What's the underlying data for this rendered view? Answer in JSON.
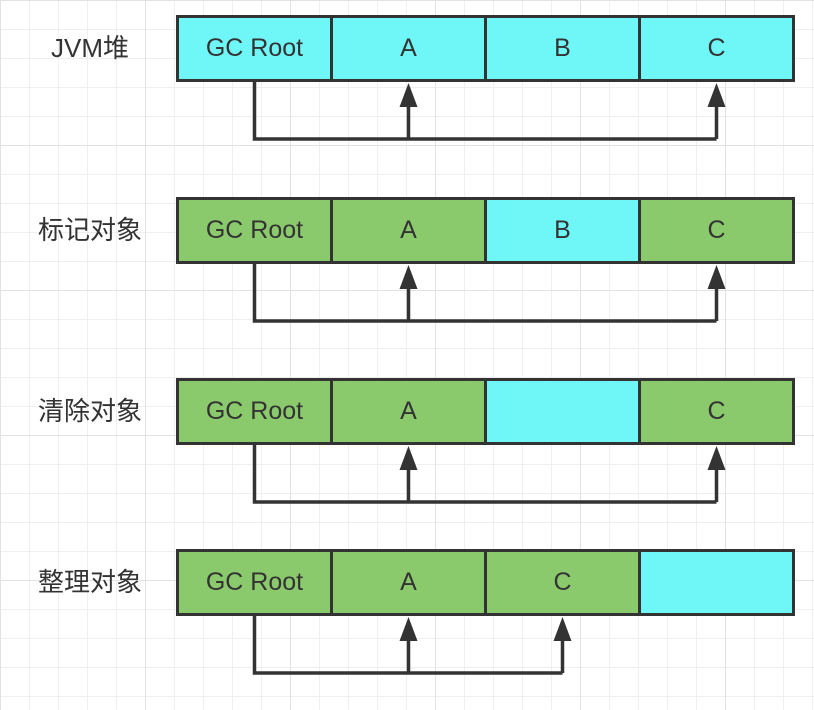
{
  "diagram": {
    "name": "jvm-gc-mark-sweep-compact",
    "colors": {
      "cyan": "#6FF7F7",
      "green": "#8BCA6C",
      "border": "#333333",
      "arrow": "#333333",
      "text": "#333333"
    },
    "rows": [
      {
        "label": "JVM堆",
        "cells": [
          {
            "label": "GC Root",
            "fill": "cyan"
          },
          {
            "label": "A",
            "fill": "cyan"
          },
          {
            "label": "B",
            "fill": "cyan"
          },
          {
            "label": "C",
            "fill": "cyan"
          }
        ],
        "arrow": {
          "from_cell": 0,
          "to_cells": [
            1,
            3
          ]
        }
      },
      {
        "label": "标记对象",
        "cells": [
          {
            "label": "GC Root",
            "fill": "green"
          },
          {
            "label": "A",
            "fill": "green"
          },
          {
            "label": "B",
            "fill": "cyan"
          },
          {
            "label": "C",
            "fill": "green"
          }
        ],
        "arrow": {
          "from_cell": 0,
          "to_cells": [
            1,
            3
          ]
        }
      },
      {
        "label": "清除对象",
        "cells": [
          {
            "label": "GC Root",
            "fill": "green"
          },
          {
            "label": "A",
            "fill": "green"
          },
          {
            "label": "",
            "fill": "cyan"
          },
          {
            "label": "C",
            "fill": "green"
          }
        ],
        "arrow": {
          "from_cell": 0,
          "to_cells": [
            1,
            3
          ]
        }
      },
      {
        "label": "整理对象",
        "cells": [
          {
            "label": "GC Root",
            "fill": "green"
          },
          {
            "label": "A",
            "fill": "green"
          },
          {
            "label": "C",
            "fill": "green"
          },
          {
            "label": "",
            "fill": "cyan"
          }
        ],
        "arrow": {
          "from_cell": 0,
          "to_cells": [
            1,
            2
          ]
        }
      }
    ]
  }
}
